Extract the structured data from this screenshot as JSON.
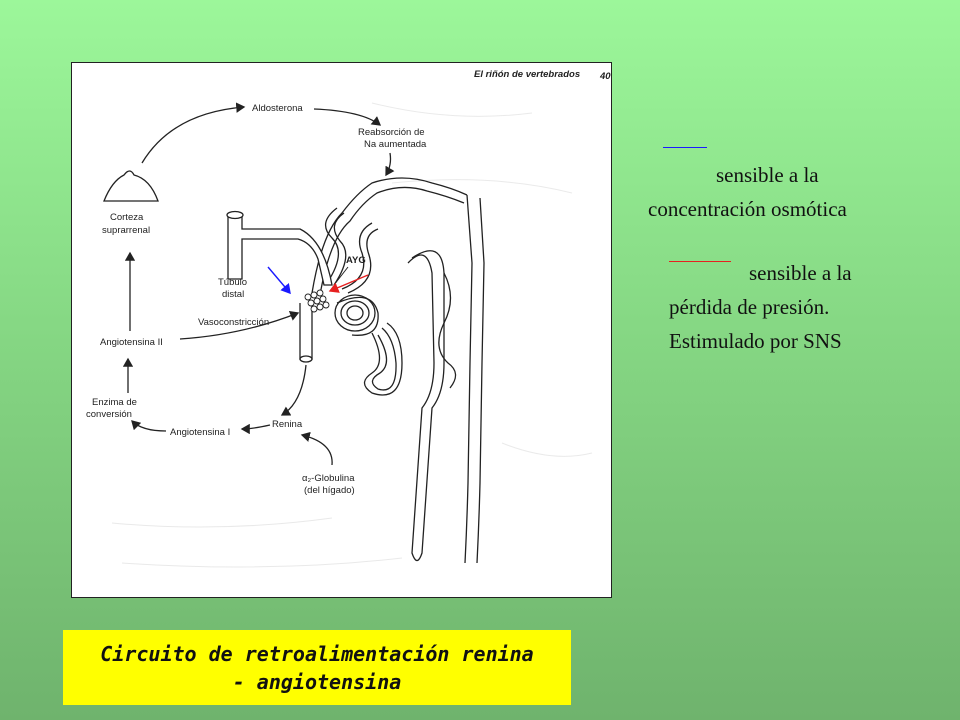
{
  "diagram": {
    "header_title": "El riñón de vertebrados",
    "page_number": "40",
    "labels": {
      "aldosterona": "Aldosterona",
      "reabsorcion_1": "Reabsorción de",
      "reabsorcion_2": "Na aumentada",
      "corteza_1": "Corteza",
      "corteza_2": "suprarrenal",
      "ayg": "AYG",
      "tubulo_1": "Túbulo",
      "tubulo_2": "distal",
      "vasoconstriccion": "Vasoconstricción",
      "angiotensina_2": "Angiotensina II",
      "enzima_1": "Enzima de",
      "enzima_2": "conversión",
      "angiotensina_1": "Angiotensina I",
      "renina": "Renina",
      "globulina_1": "α₂-Globulina",
      "globulina_2": "(del hígado)"
    }
  },
  "legend": {
    "blue_line_1": "sensible a la",
    "blue_line_2": "concentración osmótica",
    "red_line_1": "sensible a la",
    "red_line_2": "pérdida de presión.",
    "red_line_3": "Estimulado por SNS",
    "blue_color": "#1a1aff",
    "red_color": "#e62020"
  },
  "caption": {
    "line_1": "Circuito de retroalimentación renina",
    "line_2": "- angiotensina",
    "background": "#ffff00"
  }
}
